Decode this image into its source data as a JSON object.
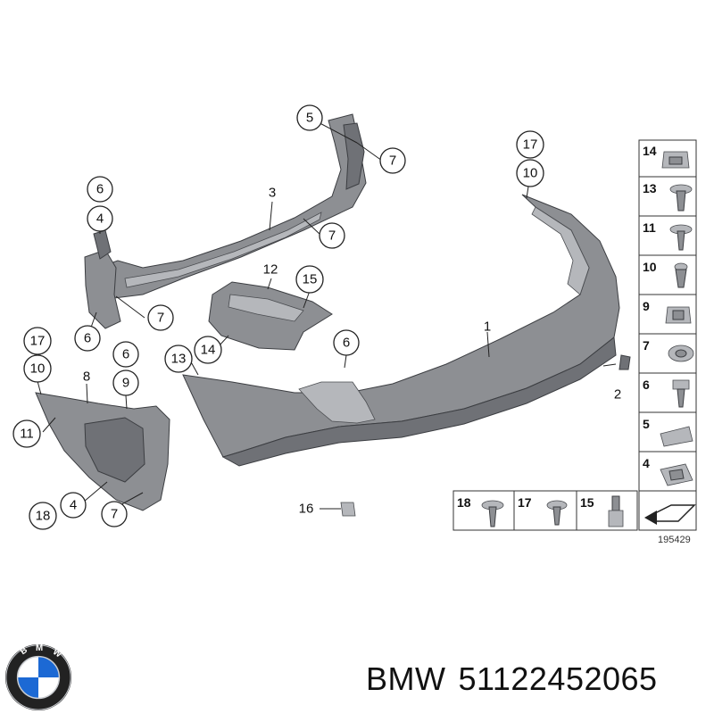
{
  "diagram": {
    "diagram_id": "195429",
    "callouts": [
      {
        "label": "5"
      },
      {
        "label": "7"
      },
      {
        "label": "6"
      },
      {
        "label": "4"
      },
      {
        "label": "3"
      },
      {
        "label": "7"
      },
      {
        "label": "12"
      },
      {
        "label": "15"
      },
      {
        "label": "7"
      },
      {
        "label": "6"
      },
      {
        "label": "17"
      },
      {
        "label": "10"
      },
      {
        "label": "1"
      },
      {
        "label": "17"
      },
      {
        "label": "6"
      },
      {
        "label": "13"
      },
      {
        "label": "14"
      },
      {
        "label": "10"
      },
      {
        "label": "8"
      },
      {
        "label": "9"
      },
      {
        "label": "6"
      },
      {
        "label": "2"
      },
      {
        "label": "11"
      },
      {
        "label": "16"
      },
      {
        "label": "18"
      },
      {
        "label": "4"
      },
      {
        "label": "7"
      }
    ],
    "hardware_right": [
      "14",
      "13",
      "11",
      "10",
      "9",
      "7",
      "6",
      "5",
      "4"
    ],
    "hardware_bottom": [
      "18",
      "17",
      "15"
    ]
  },
  "footer": {
    "brand": "BMW",
    "part_number": "51122452065"
  },
  "logo": {
    "text": "BMW",
    "colors": {
      "blue": "#1c69d4",
      "white": "#ffffff",
      "ring": "#222222",
      "chrome": "#c9ccd1"
    }
  }
}
